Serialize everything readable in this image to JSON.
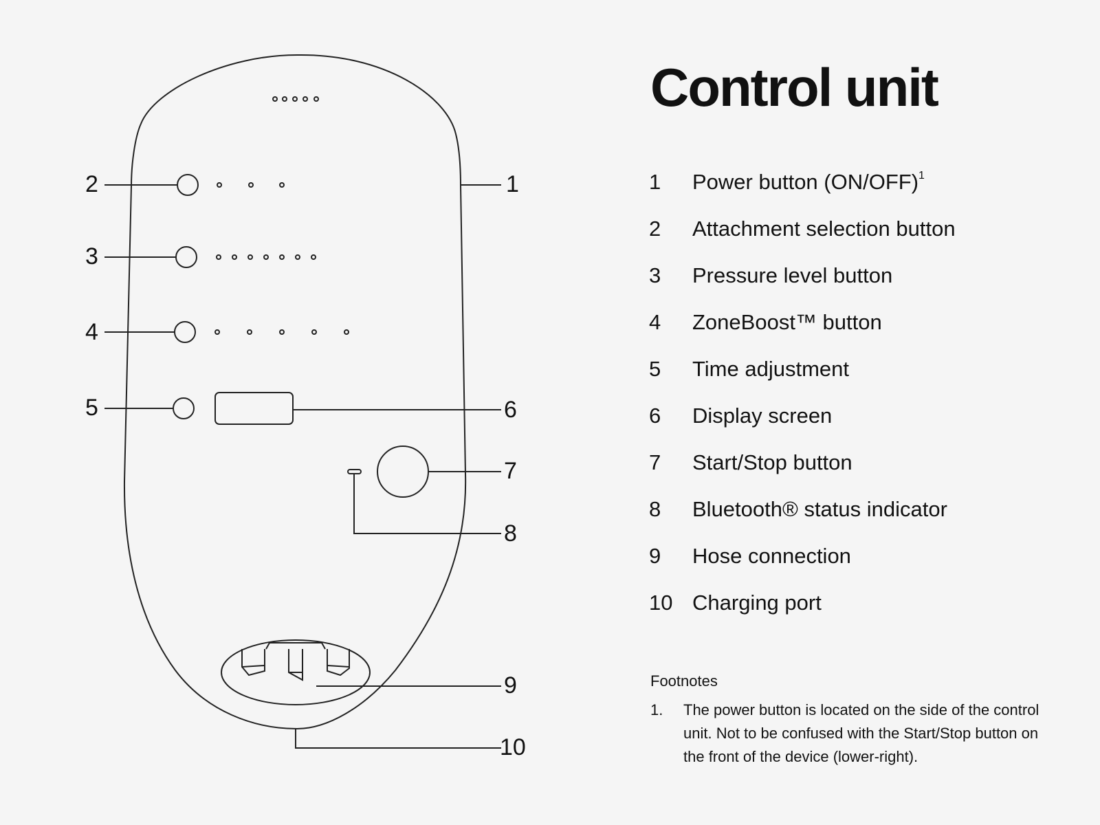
{
  "title": "Control unit",
  "legend": [
    {
      "num": "1",
      "label": "Power button (ON/OFF)",
      "sup": "1"
    },
    {
      "num": "2",
      "label": "Attachment selection button"
    },
    {
      "num": "3",
      "label": "Pressure level button"
    },
    {
      "num": "4",
      "label": "ZoneBoost™ button"
    },
    {
      "num": "5",
      "label": "Time adjustment"
    },
    {
      "num": "6",
      "label": "Display screen"
    },
    {
      "num": "7",
      "label": "Start/Stop button"
    },
    {
      "num": "8",
      "label": "Bluetooth® status indicator"
    },
    {
      "num": "9",
      "label": "Hose connection"
    },
    {
      "num": "10",
      "label": "Charging port"
    }
  ],
  "diagram_callouts": [
    "1",
    "2",
    "3",
    "4",
    "5",
    "6",
    "7",
    "8",
    "9",
    "10"
  ],
  "footnotes": {
    "heading": "Footnotes",
    "items": [
      {
        "num": "1.",
        "text": "The power button is located on the side of the control unit. Not to be confused with the Start/Stop button on the front of the device (lower-right)."
      }
    ]
  }
}
